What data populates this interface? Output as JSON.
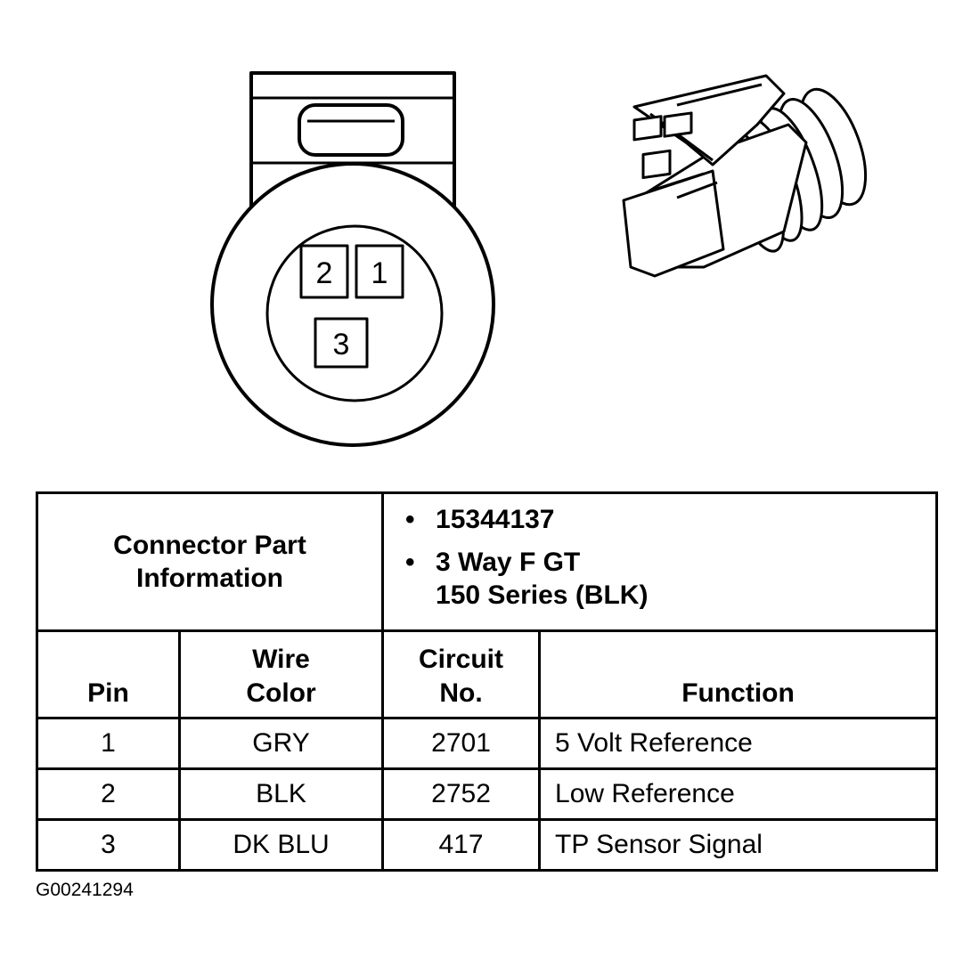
{
  "connector_face": {
    "pins": [
      "2",
      "1",
      "3"
    ]
  },
  "table": {
    "info_label_line1": "Connector Part",
    "info_label_line2": "Information",
    "info_items": [
      {
        "line1": "15344137",
        "line2": ""
      },
      {
        "line1": "3 Way F GT",
        "line2": "150 Series (BLK)"
      }
    ],
    "headers": {
      "pin": "Pin",
      "wire_color_line1": "Wire",
      "wire_color_line2": "Color",
      "circuit_line1": "Circuit",
      "circuit_line2": "No.",
      "function": "Function"
    },
    "rows": [
      {
        "pin": "1",
        "wire_color": "GRY",
        "circuit": "2701",
        "function": "5 Volt Reference"
      },
      {
        "pin": "2",
        "wire_color": "BLK",
        "circuit": "2752",
        "function": "Low Reference"
      },
      {
        "pin": "3",
        "wire_color": "DK BLU",
        "circuit": "417",
        "function": "TP Sensor Signal"
      }
    ]
  },
  "figure_id": "G00241294"
}
